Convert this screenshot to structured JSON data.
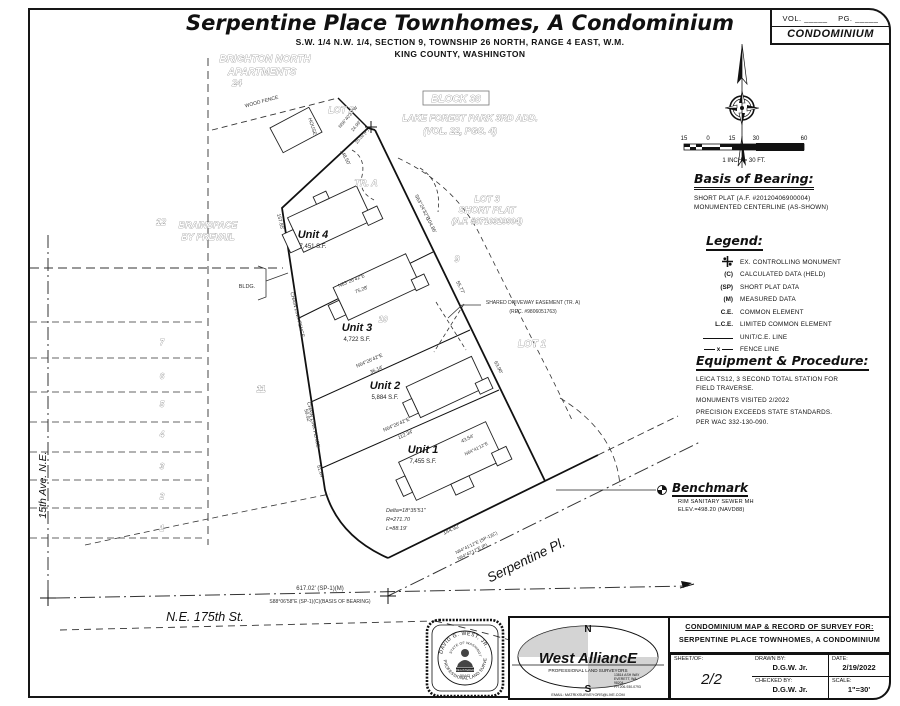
{
  "sheet": {
    "title": "Serpentine Place Townhomes, A Condominium",
    "subtitle1": "S.W. 1/4 N.W. 1/4, SECTION 9, TOWNSHIP 26 NORTH, RANGE 4 EAST, W.M.",
    "subtitle2": "KING COUNTY, WASHINGTON"
  },
  "corner_box": {
    "vol": "VOL. _____",
    "pg": "PG. _____",
    "doc_type": "CONDOMINIUM"
  },
  "scale_bar": {
    "t1": "15",
    "t2": "0",
    "t3": "15",
    "t4": "30",
    "t5": "60",
    "caption": "1 INCH = 30 FT."
  },
  "basis": {
    "heading": "Basis of Bearing:",
    "line1": "SHORT PLAT (A.F. #20120406900004)",
    "line2": "MONUMENTED CENTERLINE (AS-SHOWN)"
  },
  "legend": {
    "heading": "Legend:",
    "items": [
      {
        "sym": "",
        "label": "EX. CONTROLLING MONUMENT"
      },
      {
        "sym": "(C)",
        "label": "CALCULATED DATA (HELD)"
      },
      {
        "sym": "(SP)",
        "label": "SHORT PLAT DATA"
      },
      {
        "sym": "(M)",
        "label": "MEASURED DATA"
      },
      {
        "sym": "C.E.",
        "label": "COMMON ELEMENT"
      },
      {
        "sym": "L.C.E.",
        "label": "LIMITED COMMON ELEMENT"
      },
      {
        "sym": "",
        "label": "UNIT/C.E. LINE"
      },
      {
        "sym": "x",
        "label": "FENCE LINE"
      }
    ]
  },
  "equipment": {
    "heading": "Equipment & Procedure:",
    "line1": "LEICA TS12, 3 SECOND TOTAL STATION FOR",
    "line2": "FIELD TRAVERSE.",
    "line3": "MONUMENTS VISITED 2/2022",
    "line4": "PRECISION EXCEEDS STATE STANDARDS.",
    "line5": "PER WAC 332-130-090."
  },
  "benchmark": {
    "heading": "Benchmark",
    "line1": "RIM SANITARY SEWER MH",
    "line2": "ELEV.=498.20 (NAVD88)"
  },
  "map": {
    "brighton1": "BRIGHTON NORTH",
    "brighton2": "APARTMENTS",
    "num24": "24",
    "wood_fence": "WOOD FENCE",
    "lot2": "LOT 2",
    "block38": "BLOCK 38",
    "addition": "LAKE FOREST PARK 3RD ADD.",
    "addition_vol": "(VOL. 22, PGS. 4)",
    "tr_a": "TR. A",
    "house": "HOUSE",
    "lot3": "LOT 3",
    "short_plat": "SHORT PLAT",
    "short_plat_af": "(A.F. #8710319904)",
    "lot1": "LOT 1",
    "num9": "9",
    "num10": "10",
    "num11": "11",
    "num12": "12",
    "left_lots": [
      "7",
      "6",
      "5",
      "4",
      "3",
      "2",
      "1"
    ],
    "brainspace1": "BRAINSPACE",
    "brainspace2": "BY PREVAIL",
    "bldg": "BLDG.",
    "units": [
      {
        "name": "Unit 4",
        "area": "7,451 S.F."
      },
      {
        "name": "Unit 3",
        "area": "4,722 S.F."
      },
      {
        "name": "Unit 2",
        "area": "5,884 S.F."
      },
      {
        "name": "Unit 1",
        "area": "7,455 S.F."
      }
    ],
    "easement1": "SHARED DRIVEWAY EASEMENT (TR. A)",
    "easement2": "(REC. #9806051763)",
    "delta": "Delta=18°35'51\"",
    "radius": "R=271.70",
    "arc_len": "L=88.19'",
    "serpentine": "Serpentine Pl.",
    "street175": "N.E. 175th St.",
    "ave15": "15th Ave. N.E.",
    "dim617": "617.02' (SP-1)(M)",
    "bearing175": "S88°06'58\"E (SP-1)(C)(BASIS OF BEARING)",
    "dim144": "144.92'",
    "bearing_serp1": "N64°41'12\"E (SP-1)(C)",
    "bearing_serp2": "N64°42'12\"E (P)",
    "bearing_top": "N56°40'21\"W",
    "dim_top1": "24.99'",
    "dim_top2": "25.02'(P)",
    "dim_148": "148.50'",
    "dim_157": "157.85'",
    "fence_label": "CHAIN LINK FENCE",
    "bearing_east": "S63°24'32\"E",
    "dim_104": "104.86'",
    "dim_55": "55.77'",
    "dim_63": "63.90'",
    "div1_bearing": "N63°26'42\"E",
    "div1_dim": "75.28'",
    "div2_bearing": "N64°26'42\"E",
    "div2_dim": "36.14'",
    "div3_bearing": "N64°26'42\"E",
    "div3_dim": "112.34'",
    "dim_43": "43.54'",
    "bearing_43": "N64°41'12\"E",
    "dim_59": "59.92'",
    "dim_51": "51.64'"
  },
  "title_block": {
    "firm": "West AlliancE",
    "firm_sub": "PROFESSIONAL LAND SURVEYORS",
    "addr1": "13814 ASH WAY",
    "addr2": "EVERETT, WA.",
    "addr3": "98204",
    "addr4": "PH 206-930-0793",
    "email": "EMAIL: MATRIXSURVEYORS@LIVE.COM",
    "north": "N",
    "south": "S",
    "project1": "CONDOMINIUM MAP & RECORD OF SURVEY FOR:",
    "project2": "SERPENTINE PLACE TOWNHOMES, A CONDOMINIUM",
    "drawn_label": "DRAWN BY:",
    "drawn_value": "D.G.W. Jr.",
    "checked_label": "CHECKED BY:",
    "checked_value": "D.G.W. Jr.",
    "date_label": "DATE:",
    "date_value": "2/19/2022",
    "scale_label": "SCALE:",
    "scale_value": "1\"=30'",
    "sheet_label": "SHEET/OF:",
    "sheet_value": "2/2"
  },
  "seal": {
    "name": "DAVID G. WEST, JR.",
    "state": "STATE OF WASHINGTON",
    "profession": "PROFESSIONAL LAND SURVEYOR",
    "registered": "REGISTERED",
    "number": "50442"
  }
}
